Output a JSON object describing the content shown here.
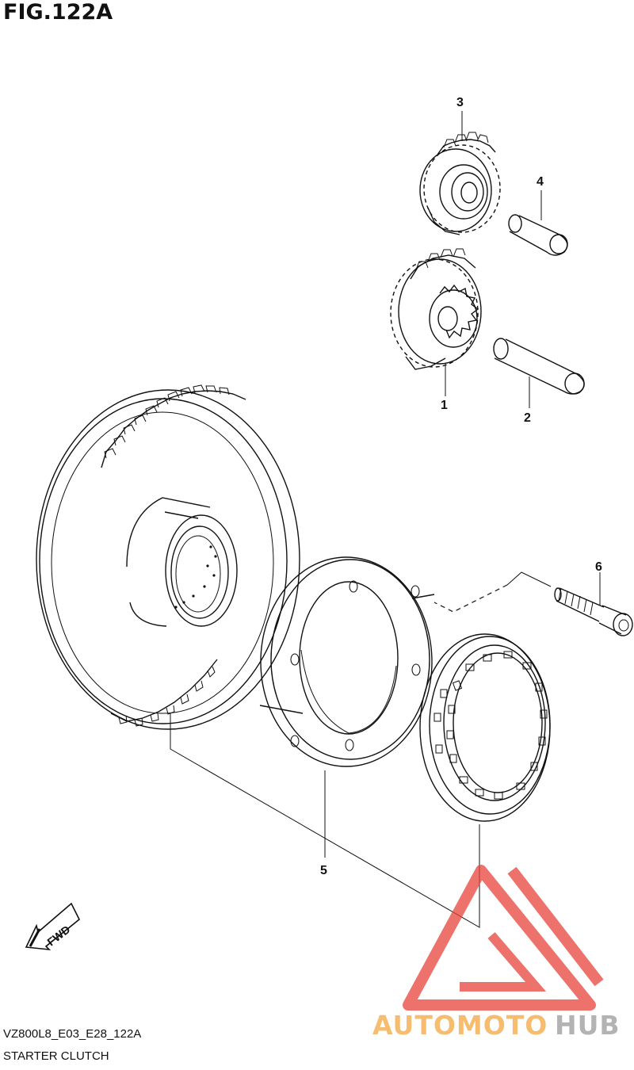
{
  "figure": {
    "title": "FIG.122A",
    "code": "VZ800L8_E03_E28_122A",
    "name": "STARTER CLUTCH"
  },
  "callouts": [
    "1",
    "2",
    "3",
    "4",
    "5",
    "6"
  ],
  "direction_badge": "FWD",
  "watermark": {
    "text_orange": "AUTOMOTO",
    "text_gray": "HUB",
    "color_triangle": "#e8433a",
    "color_orange": "#f4a640",
    "color_gray": "#9a9a9a"
  }
}
